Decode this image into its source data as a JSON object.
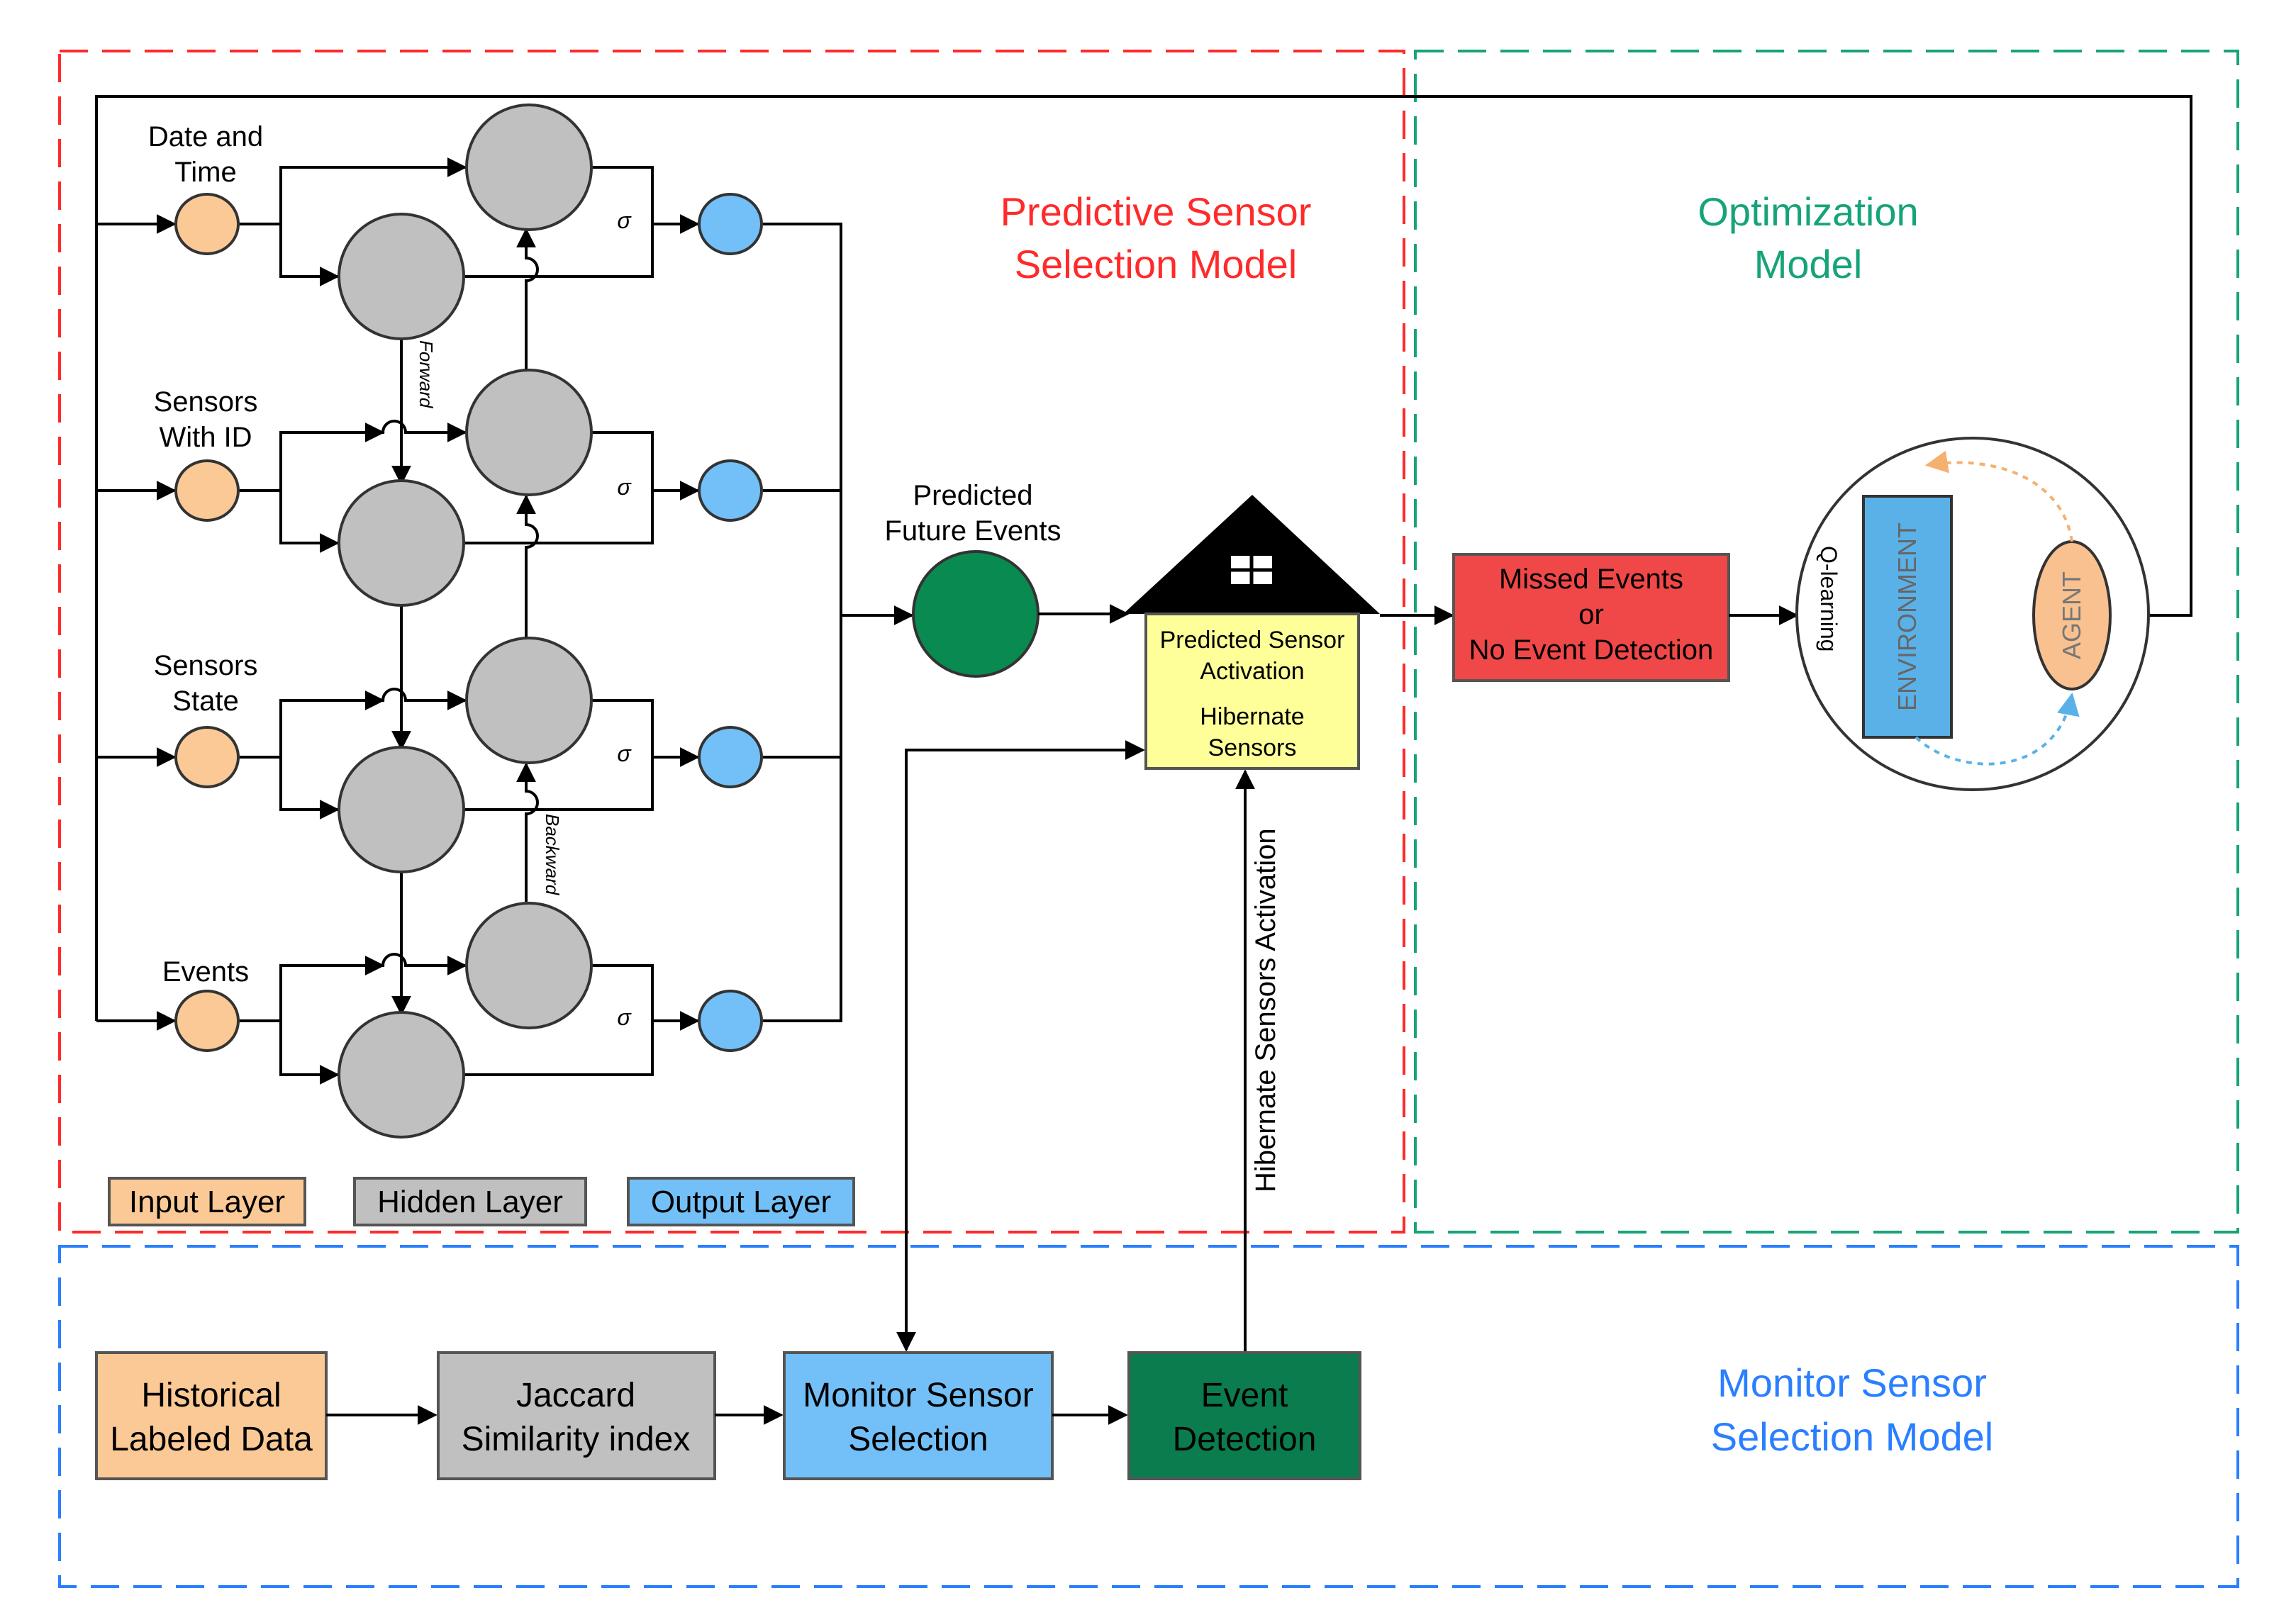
{
  "regions": {
    "predictive": {
      "title_line1": "Predictive Sensor",
      "title_line2": "Selection Model",
      "color": "#ff2a2a"
    },
    "optimization": {
      "title_line1": "Optimization",
      "title_line2": "Model",
      "color": "#17a37a"
    },
    "monitor": {
      "title_line1": "Monitor Sensor",
      "title_line2": "Selection Model",
      "color": "#2a7fff"
    }
  },
  "inputs": [
    {
      "line1": "Date and",
      "line2": "Time"
    },
    {
      "line1": "Sensors",
      "line2": "With ID"
    },
    {
      "line1": "Sensors",
      "line2": "State"
    },
    {
      "line1": "Events",
      "line2": ""
    }
  ],
  "sigma": "σ",
  "arc_labels": {
    "forward": "Forward",
    "backward": "Backward"
  },
  "predicted": {
    "line1": "Predicted",
    "line2": "Future Events"
  },
  "house": {
    "line1": "Predicted Sensor",
    "line2": "Activation",
    "line3": "Hibernate",
    "line4": "Sensors"
  },
  "missed": {
    "line1": "Missed Events",
    "line2": "or",
    "line3": "No  Event Detection"
  },
  "qlearning": {
    "label": "Q-learning",
    "environment": "ENVIRONMENT",
    "agent": "AGENT"
  },
  "legend": {
    "input": "Input Layer",
    "hidden": "Hidden Layer",
    "output": "Output Layer"
  },
  "hibernate_activation": "Hibernate Sensors Activation",
  "pipeline": [
    {
      "line1": "Historical",
      "line2": "Labeled Data"
    },
    {
      "line1": "Jaccard",
      "line2": "Similarity index"
    },
    {
      "line1": "Monitor Sensor",
      "line2": "Selection"
    },
    {
      "line1": "Event",
      "line2": "Detection"
    }
  ],
  "colors": {
    "input": "#fbc995",
    "hidden": "#c0c0c0",
    "output": "#73c0f8",
    "predicted": "#098a50",
    "house_roof": "#000000",
    "house_body": "#ffff99",
    "missed": "#f04848",
    "environment": "#5ab1e8",
    "agent": "#f8c18f",
    "event_detection": "#0b7c4d"
  }
}
